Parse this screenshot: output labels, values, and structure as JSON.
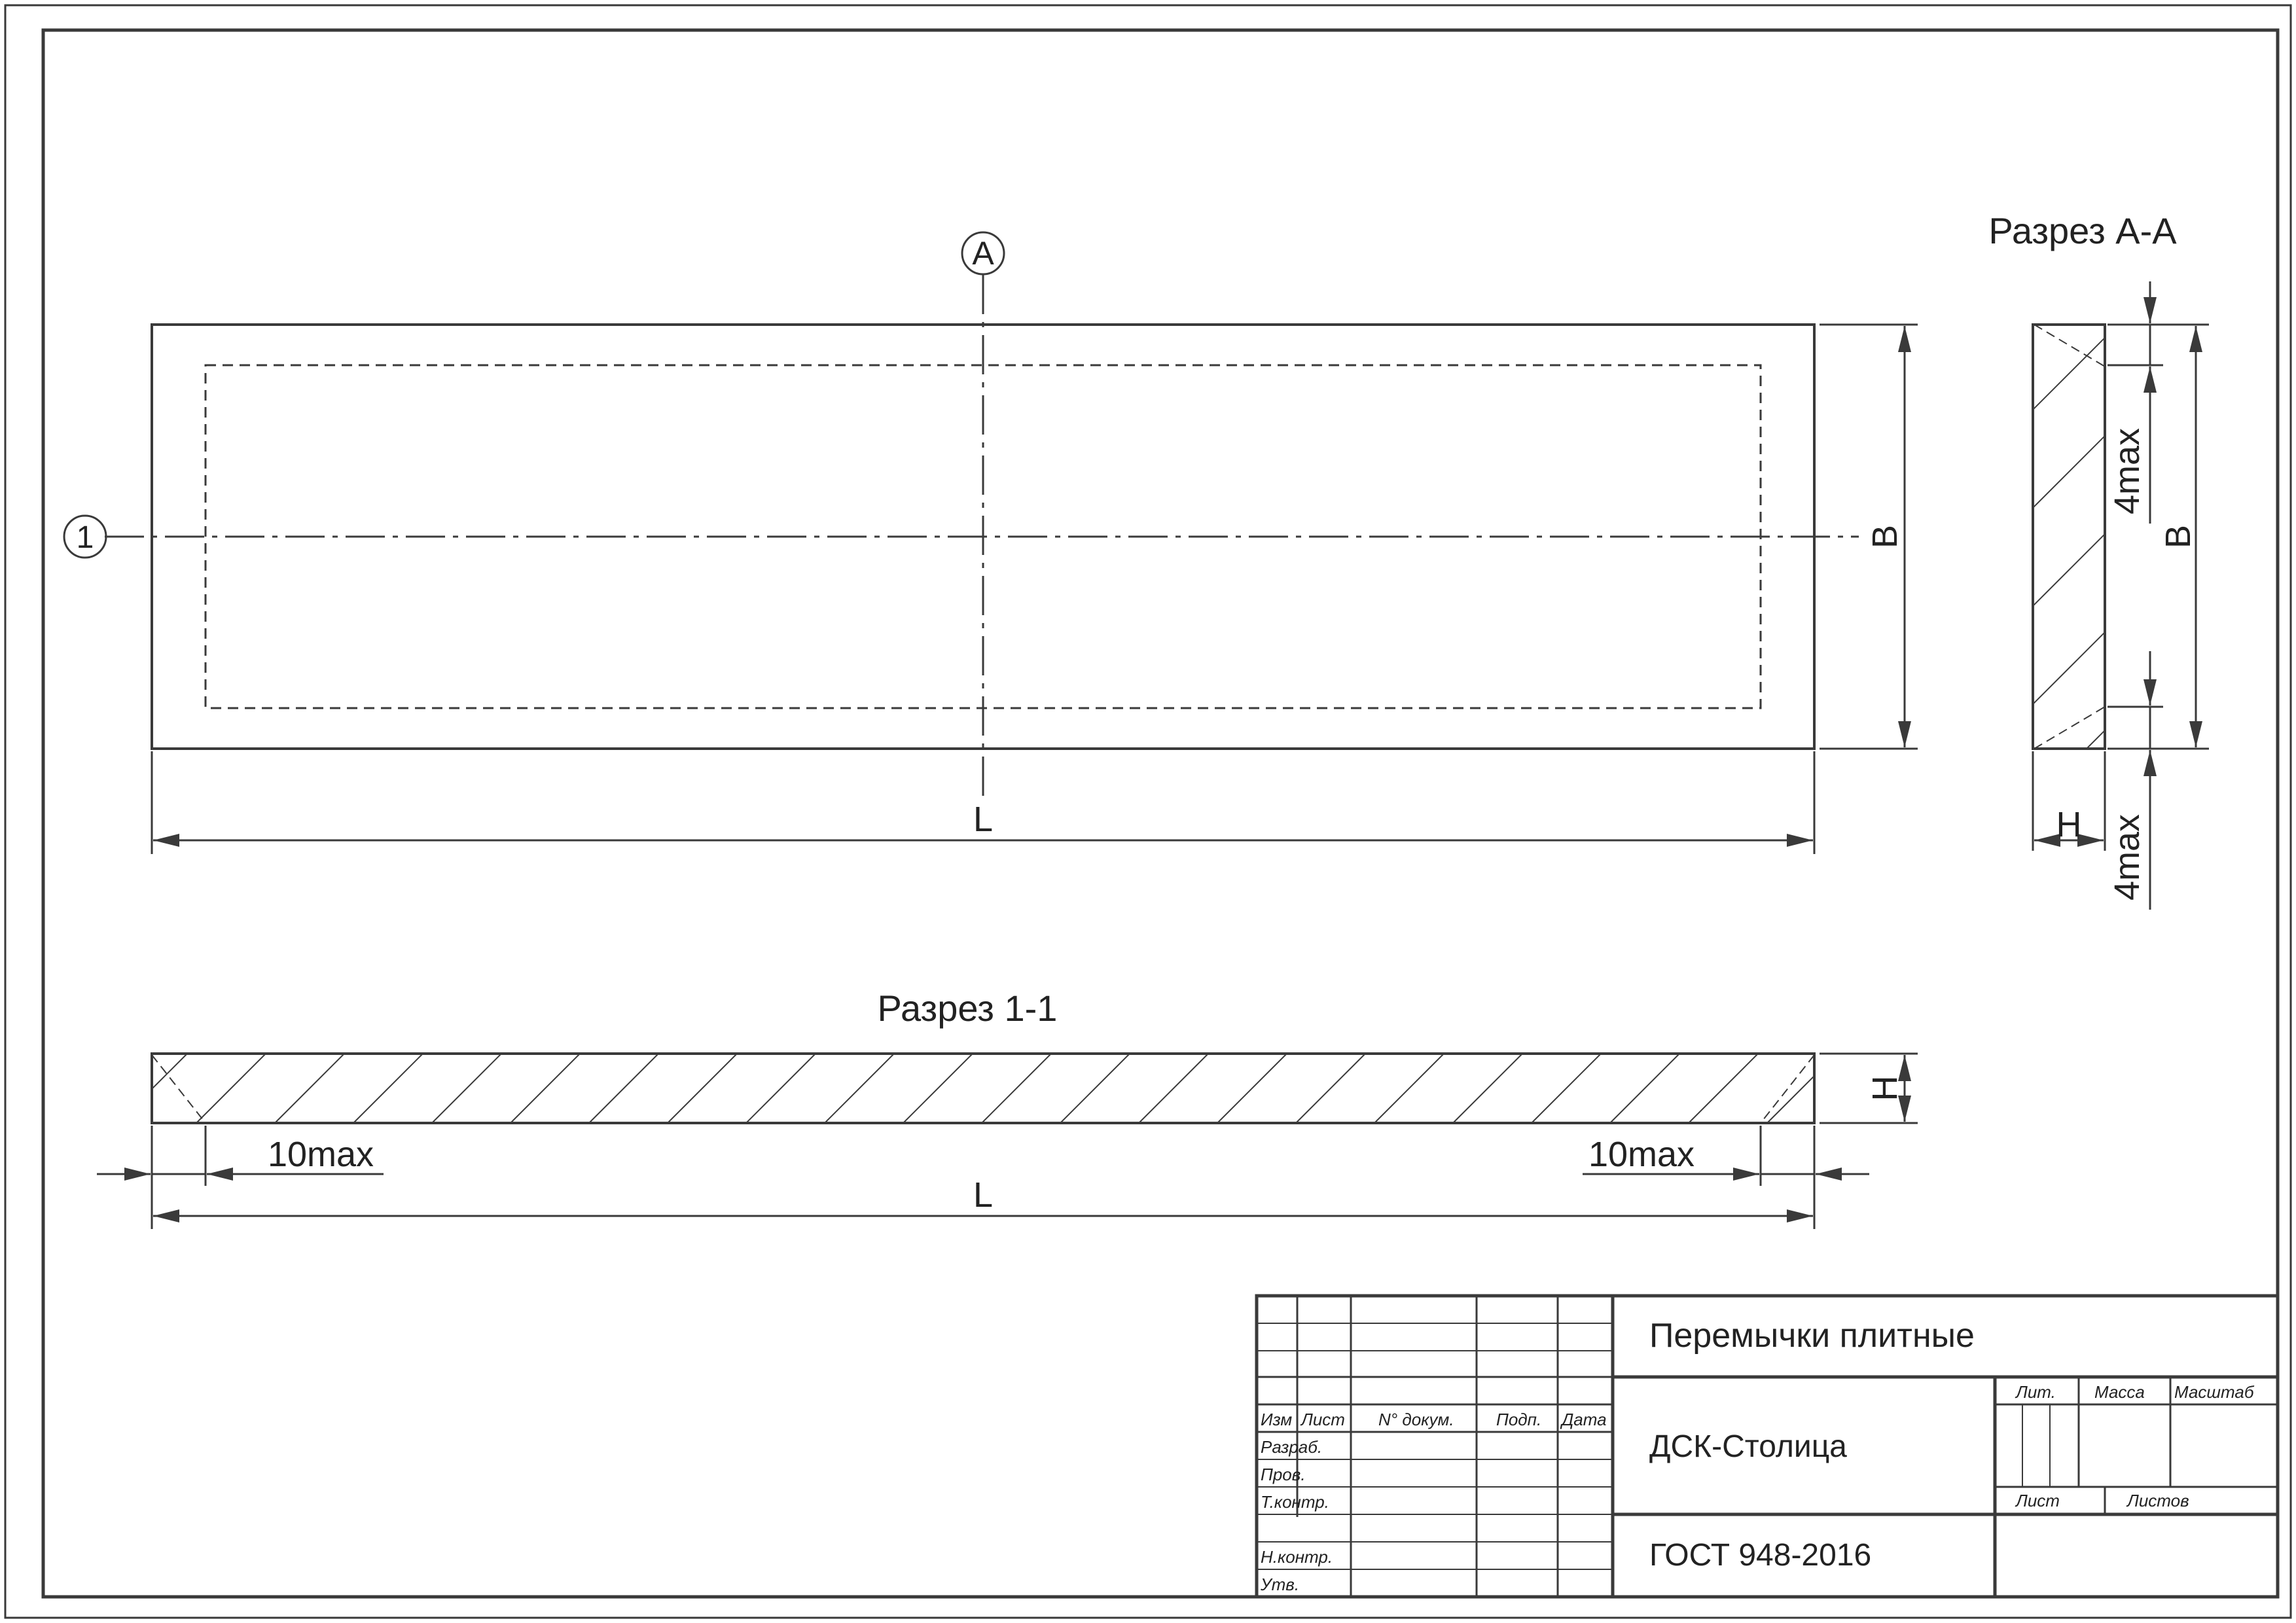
{
  "views": {
    "section_aa_title": "Разрез А-А",
    "section_11_title": "Разрез 1-1",
    "cut_marker_a": "А",
    "cut_marker_1": "1"
  },
  "dimensions": {
    "length": "L",
    "width": "B",
    "height": "H",
    "chamfer_end": "10max",
    "chamfer_side": "4max"
  },
  "title_block": {
    "product_name": "Перемычки плитные",
    "organization": "ДСК-Столица",
    "standard": "ГОСТ 948-2016",
    "row_labels": {
      "izm": "Изм",
      "list": "Лист",
      "doc_no": "N° докум.",
      "sign": "Подп.",
      "date": "Дата",
      "developer": "Разраб.",
      "checker": "Пров.",
      "tech_control": "Т.контр.",
      "norm_control": "Н.контр.",
      "approved": "Утв."
    },
    "stage_labels": {
      "lit": "Лит.",
      "mass": "Масса",
      "scale": "Масштаб",
      "sheet": "Лист",
      "sheets": "Листов"
    }
  },
  "colors": {
    "line": "#3a3a3a",
    "paper": "#ffffff"
  }
}
